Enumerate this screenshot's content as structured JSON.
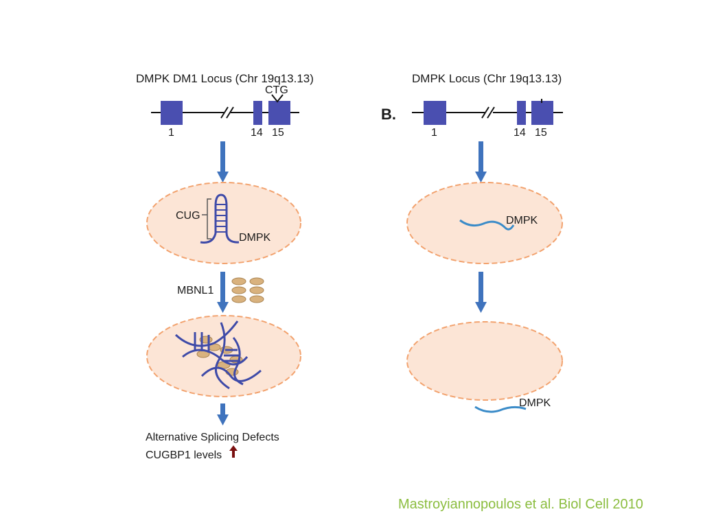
{
  "panel_a": {
    "title": "DMPK DM1 Locus (Chr 19q13.13)",
    "repeat_label": "CTG",
    "exon_labels": [
      "1",
      "14",
      "15"
    ],
    "cug_label": "CUG",
    "transcript_label": "DMPK",
    "protein_label": "MBNL1",
    "outcome_line1": "Alternative Splicing Defects",
    "outcome_line2": "CUGBP1 levels",
    "outcome_icon": "up-arrow-icon"
  },
  "panel_b": {
    "panel_letter": "B.",
    "title": "DMPK Locus (Chr 19q13.13)",
    "exon_labels": [
      "1",
      "14",
      "15"
    ],
    "transcript_label": "DMPK",
    "exported_transcript_label": "DMPK"
  },
  "citation": "Mastroyiannopoulos et al. Biol Cell 2010",
  "colors": {
    "exon": "#4a4fb0",
    "arrow": "#3f73bd",
    "nucleus_fill": "#fce5d6",
    "nucleus_border": "#f2a26e",
    "rna_hairpin": "#3e4aa8",
    "rna_normal": "#3a8bc8",
    "mbnl1_protein": "#d9b27e",
    "citation": "#8bbd3f",
    "up_arrow": "#7a1010"
  }
}
